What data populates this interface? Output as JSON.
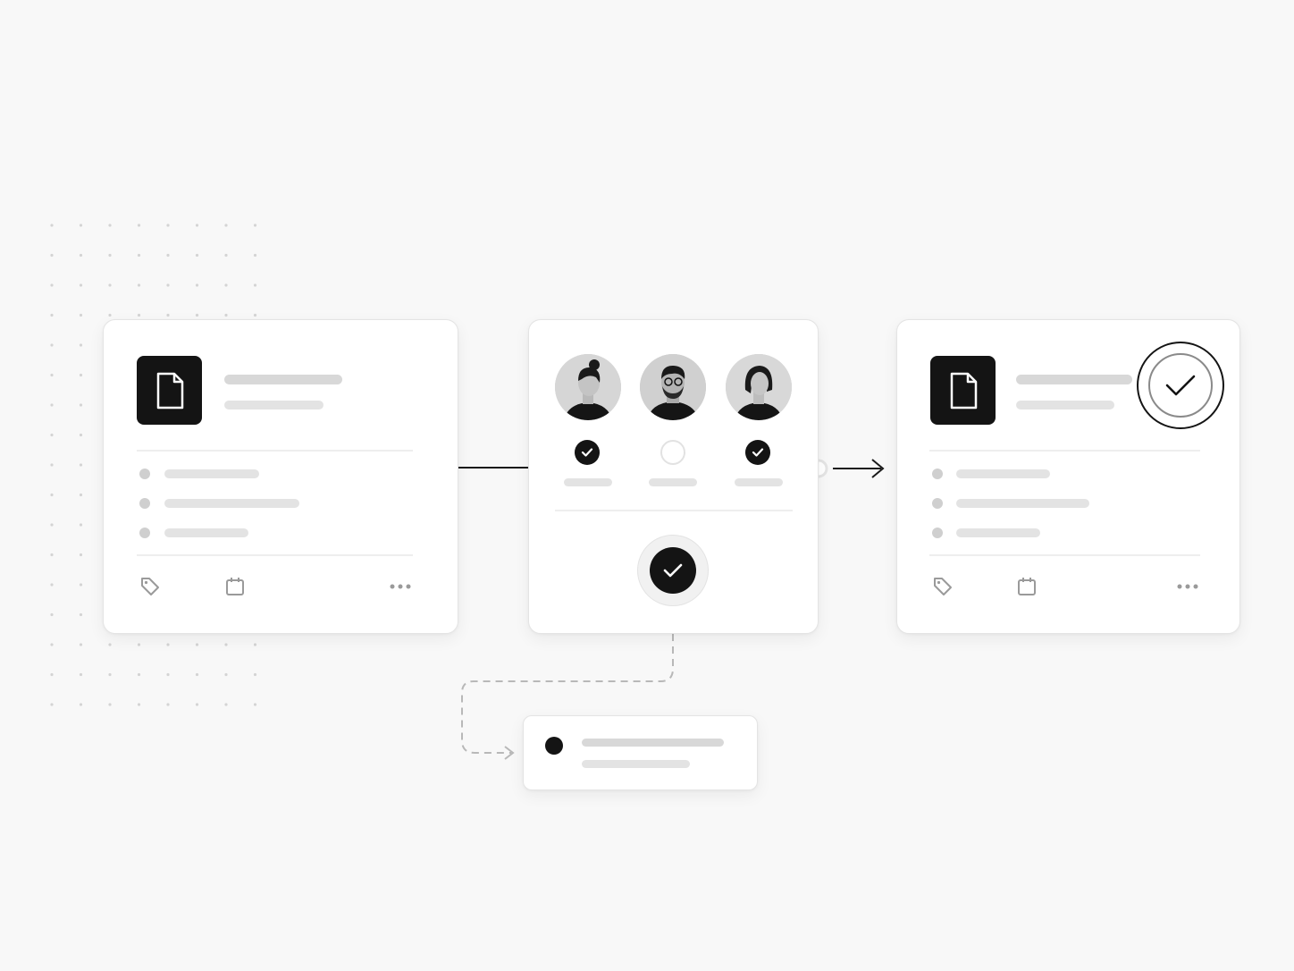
{
  "diagram": {
    "colors": {
      "background": "#f8f8f8",
      "card": "#ffffff",
      "accent": "#141414",
      "skeleton": "#d8d8d8"
    },
    "left_card": {
      "icon": "document-icon",
      "footer_icons": [
        "tag-icon",
        "calendar-icon",
        "more-icon"
      ]
    },
    "approval_card": {
      "approvers": [
        {
          "avatar": "woman-bun-avatar",
          "status": "approved"
        },
        {
          "avatar": "man-glasses-avatar",
          "status": "pending"
        },
        {
          "avatar": "woman-bob-avatar",
          "status": "approved"
        }
      ],
      "action_icon": "check-icon"
    },
    "right_card": {
      "icon": "document-icon",
      "status_icon": "check-circle-icon",
      "footer_icons": [
        "tag-icon",
        "calendar-icon",
        "more-icon"
      ]
    },
    "note_card": {
      "marker": "dot"
    },
    "connectors": [
      "solid-line",
      "arrow",
      "dashed-arrow"
    ]
  }
}
